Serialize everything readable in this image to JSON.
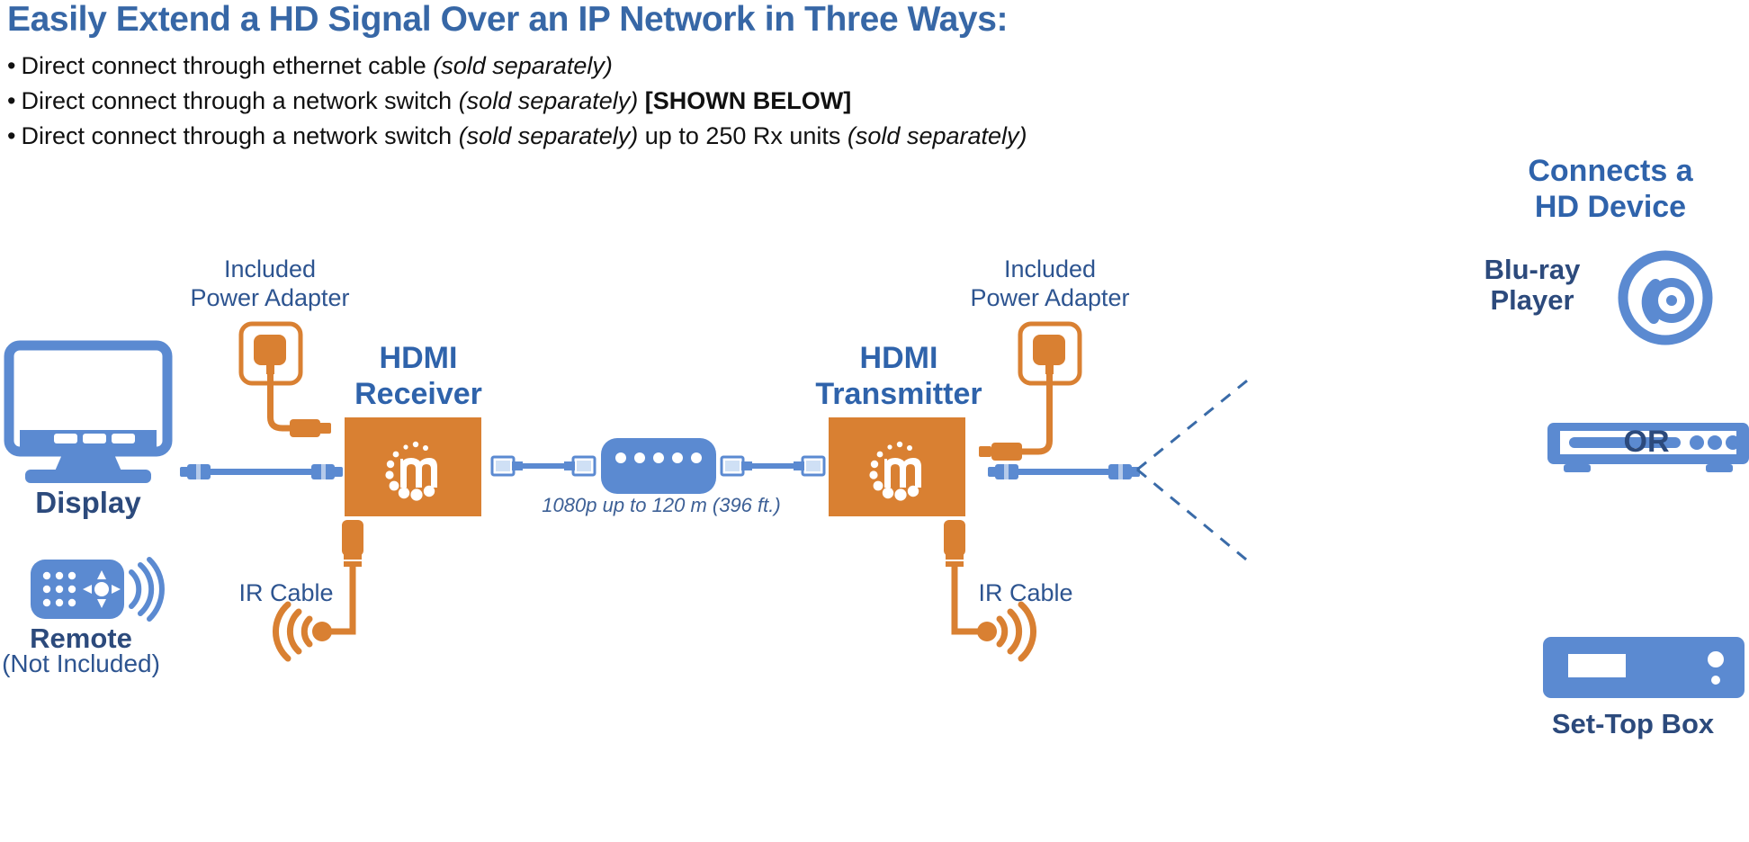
{
  "header": {
    "title": "Easily Extend a HD Signal Over an IP Network in Three Ways:",
    "bullets": [
      {
        "parts": [
          {
            "text": "Direct connect through ethernet cable ",
            "style": "normal"
          },
          {
            "text": "(sold separately)",
            "style": "italic"
          }
        ]
      },
      {
        "parts": [
          {
            "text": "Direct connect through a network switch ",
            "style": "normal"
          },
          {
            "text": "(sold separately)",
            "style": "italic"
          },
          {
            "text": " ",
            "style": "normal"
          },
          {
            "text": "[SHOWN BELOW]",
            "style": "bold"
          }
        ]
      },
      {
        "parts": [
          {
            "text": "Direct connect through a network switch ",
            "style": "normal"
          },
          {
            "text": "(sold separately)",
            "style": "italic"
          },
          {
            "text": " up to 250 Rx units ",
            "style": "normal"
          },
          {
            "text": "(sold separately)",
            "style": "italic"
          }
        ]
      }
    ],
    "bullet_marker": "•"
  },
  "diagram": {
    "display": {
      "label": "Display",
      "icon": "monitor-icon"
    },
    "remote": {
      "label": "Remote",
      "sublabel": "(Not Included)",
      "icon": "remote-control-icon"
    },
    "power_adapter_left": {
      "line1": "Included",
      "line2": "Power Adapter",
      "icon": "power-adapter-icon"
    },
    "power_adapter_right": {
      "line1": "Included",
      "line2": "Power Adapter",
      "icon": "power-adapter-icon"
    },
    "receiver": {
      "line1": "HDMI",
      "line2": "Receiver",
      "logo": "manhattan-m-logo"
    },
    "transmitter": {
      "line1": "HDMI",
      "line2": "Transmitter",
      "logo": "manhattan-m-logo"
    },
    "network_switch": {
      "icon": "network-switch-icon",
      "port_count": 5
    },
    "link_caption": "1080p up to 120 m (396 ft.)",
    "ir_cable_left": {
      "label": "IR Cable",
      "icon": "ir-emitter-icon"
    },
    "ir_cable_right": {
      "label": "IR Cable",
      "icon": "ir-emitter-icon"
    },
    "connects_heading": {
      "line1": "Connects a",
      "line2": "HD Device"
    },
    "bluray": {
      "line1": "Blu-ray",
      "line2": "Player",
      "disc_icon": "bluray-disc-icon",
      "device_icon": "bluray-player-icon"
    },
    "or_label": "OR",
    "settop": {
      "label": "Set-Top Box",
      "icon": "set-top-box-icon"
    }
  },
  "colors": {
    "brand_blue": "#5b8ad1",
    "deep_blue": "#2c4a7c",
    "heading_blue": "#3767a6",
    "orange": "#d98032",
    "white": "#ffffff"
  }
}
